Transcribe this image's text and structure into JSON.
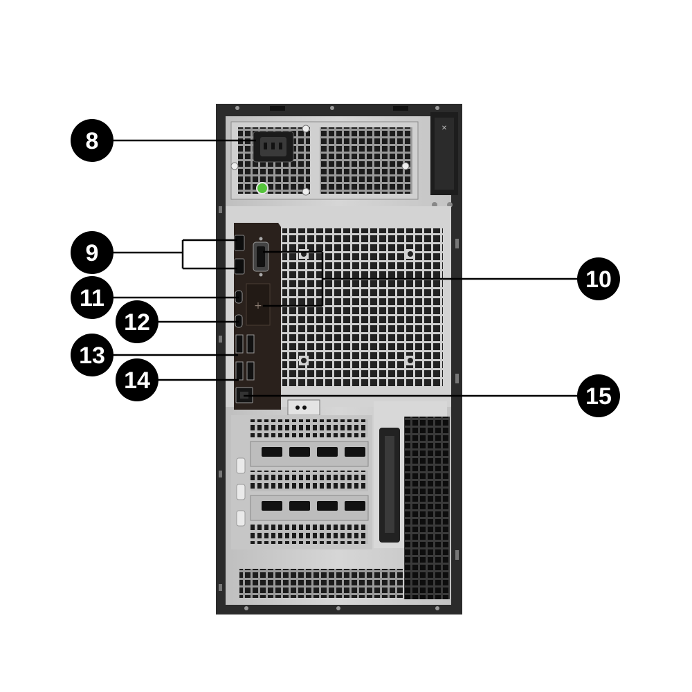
{
  "diagram": {
    "subject": "desktop tower rear panel",
    "callouts": [
      {
        "id": "8",
        "text": "8"
      },
      {
        "id": "9",
        "text": "9"
      },
      {
        "id": "10",
        "text": "10"
      },
      {
        "id": "11",
        "text": "11"
      },
      {
        "id": "12",
        "text": "12"
      },
      {
        "id": "13",
        "text": "13"
      },
      {
        "id": "14",
        "text": "14"
      },
      {
        "id": "15",
        "text": "15"
      }
    ],
    "colors": {
      "callout_fill": "#000000",
      "callout_text": "#ffffff",
      "chassis_frame": "#2b2b2b",
      "chassis_panel": "#c9c9c9",
      "io_plate": "#2a211c",
      "power_led": "#55c43c"
    }
  }
}
